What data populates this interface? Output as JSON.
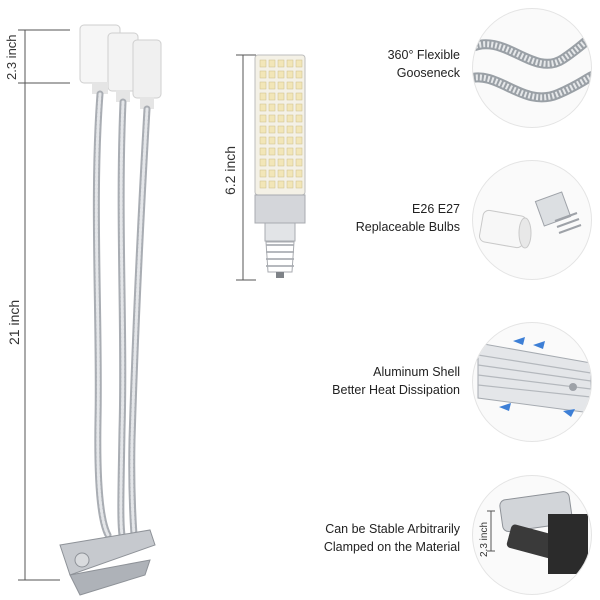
{
  "dimensions": {
    "socket_height": "2.3 inch",
    "total_length": "21 inch",
    "bulb_length": "6.2 inch",
    "clip_height": "2.3 inch"
  },
  "features": [
    {
      "line1": "360° Flexible",
      "line2": "Gooseneck",
      "icon": "gooseneck-icon"
    },
    {
      "line1": "E26 E27",
      "line2": "Replaceable Bulbs",
      "icon": "bulb-socket-icon"
    },
    {
      "line1": "Aluminum Shell",
      "line2": "Better Heat Dissipation",
      "icon": "heat-sink-icon"
    },
    {
      "line1": "Can be Stable Arbitrarily",
      "line2": "Clamped on the Material",
      "icon": "clamp-icon"
    }
  ],
  "colors": {
    "dimension_line": "#555555",
    "led": "#f2e6b8",
    "metal": "#b9bcc2",
    "arrow_blue": "#3d7fd6"
  }
}
